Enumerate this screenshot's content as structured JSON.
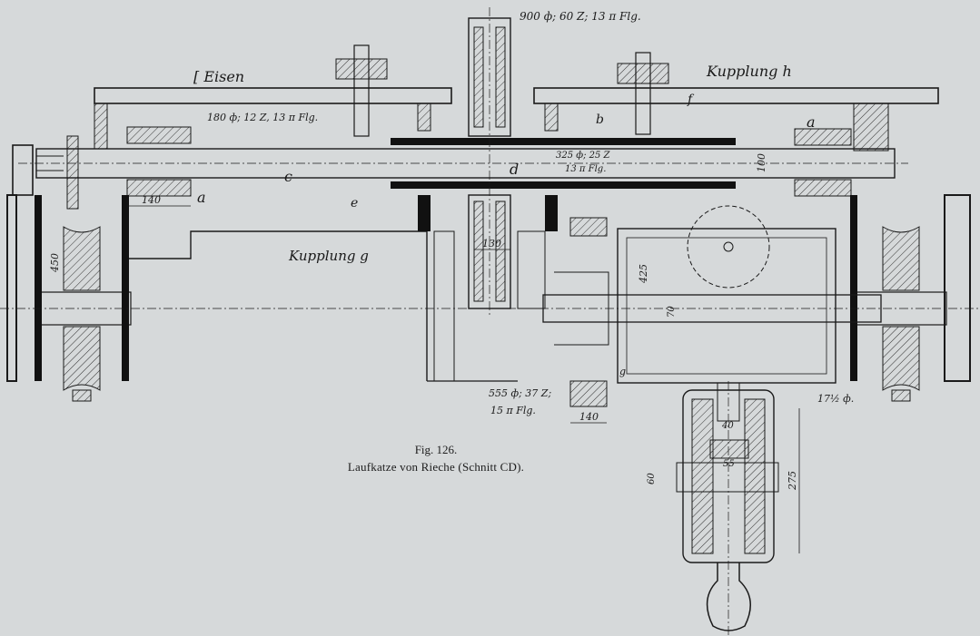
{
  "caption": {
    "figure_number": "Fig. 126.",
    "title": "Laufkatze von Rieche (Schnitt CD)."
  },
  "labels": {
    "iron": "[ Eisen",
    "coupling_h": "Kupplung h",
    "coupling_g": "Kupplung g",
    "gear_top": "900 ф; 60 Z; 13 π Flg.",
    "gear_small": "180 ф; 12 Z, 13 π Flg.",
    "gear_mid": "325 ф; 25 Z",
    "gear_mid_2": "13 π Flg.",
    "gear_bottom": "555 ф; 37 Z;",
    "gear_bottom_2": "15 π Flg.",
    "chain": "17½ ф.",
    "letter_a1": "a",
    "letter_a2": "a",
    "letter_b": "b",
    "letter_c": "c",
    "letter_d": "d",
    "letter_e": "e",
    "letter_f": "f",
    "letter_g_small": "g"
  },
  "dimensions": {
    "d140_left": "140",
    "d140_right": "140",
    "d130": "130",
    "d100": "100",
    "d450": "450",
    "d425": "425",
    "d70": "70",
    "d40": "40",
    "d55": "55",
    "d60": "60",
    "d275": "275"
  },
  "colors": {
    "paper": "#d6d9da",
    "ink": "#1a1a1a",
    "section_black": "#111111"
  }
}
